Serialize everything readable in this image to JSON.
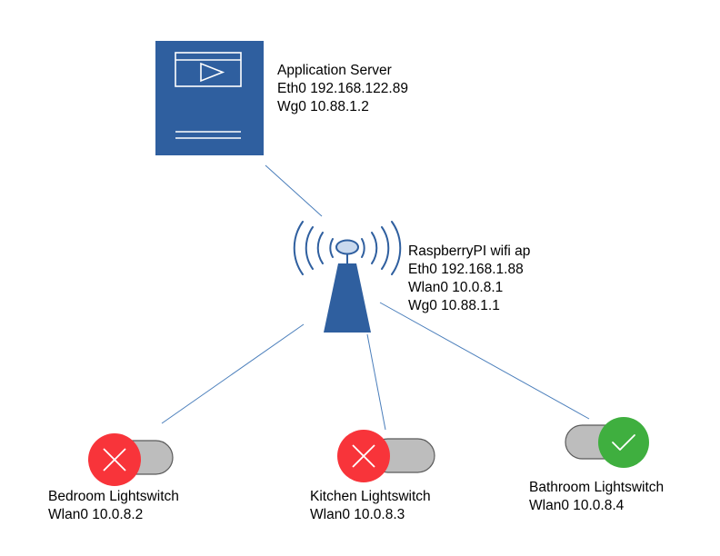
{
  "nodes": {
    "server": {
      "name": "Application Server",
      "interfaces": [
        "Eth0 192.168.122.89",
        "Wg0 10.88.1.2"
      ]
    },
    "access_point": {
      "name": "RaspberryPI wifi ap",
      "interfaces": [
        "Eth0 192.168.1.88",
        "Wlan0 10.0.8.1",
        "Wg0 10.88.1.1"
      ]
    },
    "bedroom": {
      "name": "Bedroom Lightswitch",
      "interfaces": [
        "Wlan0 10.0.8.2"
      ],
      "state": "off"
    },
    "kitchen": {
      "name": "Kitchen Lightswitch",
      "interfaces": [
        "Wlan0 10.0.8.3"
      ],
      "state": "off"
    },
    "bathroom": {
      "name": "Bathroom Lightswitch",
      "interfaces": [
        "Wlan0 10.0.8.4"
      ],
      "state": "on"
    }
  },
  "colors": {
    "device_blue": "#2F5F9F",
    "link_line": "#4A7EBB",
    "antenna_bulb": "#C9D9EE",
    "off_red": "#F8343A",
    "on_green": "#3FAF3F",
    "toggle_track": "#BDBDBD"
  },
  "icons": {
    "server": "server-window-icon",
    "access_point": "wifi-antenna-icon",
    "off_switch": "x-toggle-icon",
    "on_switch": "check-toggle-icon"
  }
}
